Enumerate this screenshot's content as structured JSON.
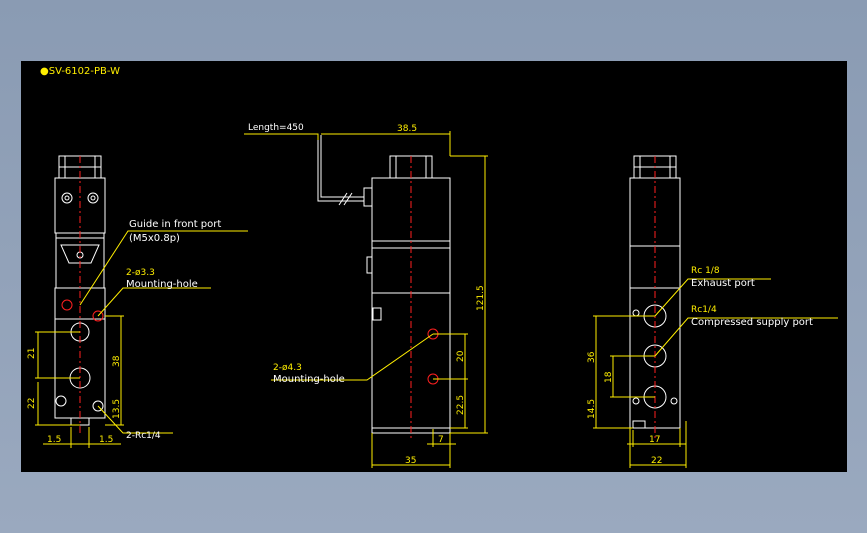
{
  "title": "●SV-6102-PB-W",
  "colors": {
    "background": "#8a9bb3",
    "canvas": "#000000",
    "lines": "#ffffff",
    "dimensions": "#ffee00",
    "centerlines": "#ff2020"
  },
  "left_view": {
    "guide": "Guide in front port",
    "guide_sub": "(M5x0.8p)",
    "mount": "2-ø3.3",
    "mount_sub": "Mounting-hole",
    "rc": "2-Rc1/4",
    "d21": "21",
    "d38": "38",
    "d22": "22",
    "d13_5": "13.5",
    "d1_5a": "1.5",
    "d1_5b": "1.5"
  },
  "center_view": {
    "length": "Length=450",
    "d38_5": "38.5",
    "d121_5": "121.5",
    "mount": "2-ø4.3",
    "mount_sub": "Mounting-hole",
    "d20": "20",
    "d22_5": "22.5",
    "d7": "7",
    "d35": "35"
  },
  "right_view": {
    "rc18": "Rc 1/8",
    "exhaust": "Exhaust port",
    "rc14": "Rc1/4",
    "supply": "Compressed supply port",
    "d36": "36",
    "d18": "18",
    "d14_5": "14.5",
    "d17": "17",
    "d22": "22"
  }
}
